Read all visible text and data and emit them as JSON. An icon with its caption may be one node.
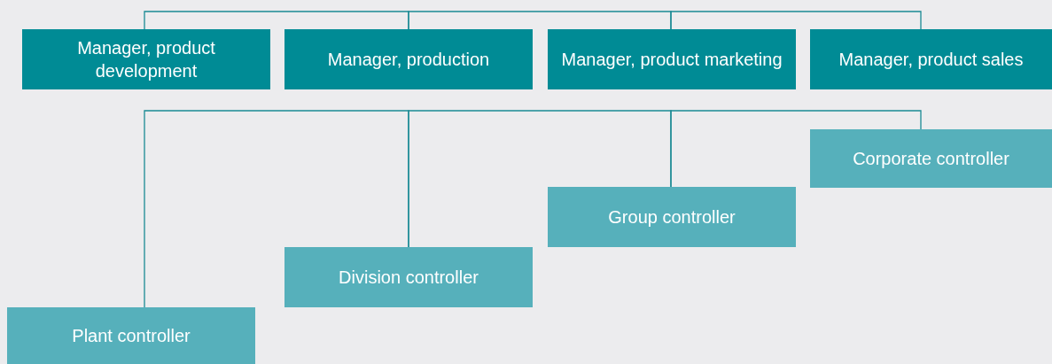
{
  "diagram": {
    "nodes": [
      {
        "text": [
          "Manager, product development"
        ]
      },
      {
        "text": [
          "Manager, production"
        ]
      },
      {
        "text": [
          "Manager, product marketing"
        ]
      },
      {
        "text": [
          "Manager, product sales"
        ]
      },
      {
        "text": [
          "Corporate controller"
        ]
      },
      {
        "text": [
          "Group controller"
        ]
      },
      {
        "text": [
          "Division controller"
        ]
      },
      {
        "text": [
          "Plant controller"
        ]
      }
    ],
    "edges": [
      {
        "from": 0,
        "to": 1,
        "arrow": "none"
      },
      {
        "from": 1,
        "to": 2,
        "arrow": "none"
      },
      {
        "from": 2,
        "to": 3,
        "arrow": "none"
      },
      {
        "from": 7,
        "to": 6,
        "arrow": "none"
      },
      {
        "from": 6,
        "to": 5,
        "arrow": "none"
      },
      {
        "from": 5,
        "to": 4,
        "arrow": "none"
      }
    ]
  }
}
